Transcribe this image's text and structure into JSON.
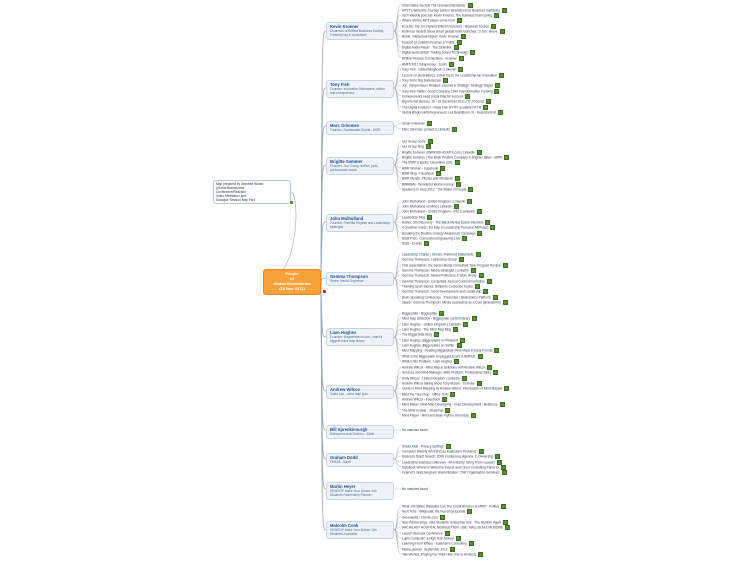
{
  "root": {
    "lines": [
      "People",
      "of",
      "Global Brainstorms",
      "(19 Nov 2011)"
    ]
  },
  "note": {
    "lines": [
      "Map prepared by Jeanette Winter",
      "(Global Brainstorms",
      "Conference/Reaction",
      "Video Meditation and",
      "Dialogue Session Map Part"
    ]
  },
  "colors": {
    "root_fill": "#f7a23a",
    "connector": "#9aa7b4",
    "person_fill": "#eef3fa",
    "person_text": "#1f4f86",
    "link_icon": "#5d8f3a",
    "attachment_icon": "#c0392b"
  },
  "people": [
    {
      "name": "Kevin Kroener",
      "role": "Chairman of BritNet Business Society, Formerly ray & consultant",
      "leaves": [
        "Short Sales Secrets The Unsolved Bestseller",
        "KPST's Welcome Journey Letters: Brainstorm for Business Gathering",
        "Tech Weekly podcast: Kevin Kroener, The business brain spring",
        "Where did the MP3 player come from",
        "Kroener: the 10x highest British Innovators - Business Source",
        "Business models about smart gadget brain launches : 3 Jan : Brave",
        "Brave: Intellectual Digest: Kevin Kroener",
        "Support at Linkedin Kroener & Profile",
        "Digital Audio Player : The Definitive",
        "Digital audio British Trading Sound Technology",
        "Britline Finance Connections - Kroener"
      ]
    },
    {
      "name": "Tony Fish",
      "role": "Founder: Innovation Microwave, author and entrepreneur",
      "leaves": [
        "AMF5 2011 Intraprenuer : Earth",
        "Tony Fish : Global Blogbook | LinkedIn",
        "Lecture on yield-Biotics, a field trip to the Leadership lab Innovation",
        "Tony Fish | Big Data Buzzer",
        "Jun. Intrepreneurs-Related: external & Strategy: Strategy Stages",
        "Tony Fish Twitter: Good Company 1999 Transformation Funding",
        "Entrepreneurs need social time for success",
        "Big Internet Bureau, 16 - 18 December 2012, ITC Process",
        "The Digital Footprint - Read Fish NYTR: quotable NYTR",
        "Global Blogbook/Entrepreneurs: Les Brainstorm, III - Brainstorm III"
      ]
    },
    {
      "name": "Marc Grimmes",
      "role": "Founder, Sustainable Global - MOB",
      "leaves": [
        "Smart Orienteer",
        "Marc Grimmes contact & LinkedIn"
      ]
    },
    {
      "name": "Brigitte Sommer",
      "role": "Founder: Gut Group, author, peak performance coach",
      "leaves": [
        "Gut Group home",
        "Gut Group blog",
        "Brigitte Sommer | BWR/ISD-ASX/FS.com | Linkedin",
        "Brigitte Sommer | The Brain Positive Company & Brighter Sides - BWR",
        "The BWR & Books: December 2011",
        "BWR Women - Facebook",
        "BWR Blog - Facebook",
        "BWR Moods, Pitches and Whatever",
        "BWR/BAI - Wonderful Women Group",
        "Speakers in June 2012 : The Brand of People"
      ]
    },
    {
      "name": "John Mulholland",
      "role": "Founder: Forthlite Rhythm and Leadership strategist",
      "leaves": [
        "John Mulholland - United Kingdom | LinkedIn",
        "John Mulholland on Mind | Linkedin",
        "John Mulholland - United Kingdom - Info & LinkedIn",
        "Leadership Blog",
        "Author: 5th Discovery - The Black Mental Scene Interview",
        "4 Question Guide: the Map to Leadership Personal Attributes",
        "Breaking the Routine: Energy Awareness Campaign",
        "BISB Post - Connection Engineering Live",
        "BISB - Events"
      ]
    },
    {
      "name": "Gemma Thompson",
      "role": "Senior Media Organiser",
      "leaves": [
        "Leadership Charter | Stories: Preferred Statements",
        "Gemma Thompson: Leadership Group",
        "This presentation: the Senior Media Consultant Tone Program Review",
        "Gemma Thompson: Media Strategist | LinkedIn",
        "Gemma Thompson: Media Profession & Work Group",
        "Gemma Thompson: Consultant Journal Content Formation",
        "Thinking Sport Stories: Brilliant's Corporate Topics",
        "Gemma Thompson: Good Development and Leadership",
        "Brain Speaking Conference : Presented | Brainstorms Platform",
        "Ideals / Gemma Thompson: Media Leadership as a Core (Brainstorm)"
      ]
    },
    {
      "name": "Liam Hughes",
      "role": "Founder: Magnetistech.com - world's biggest mind map library",
      "leaves": [
        "Biggerplate - Biggerplate",
        "Mind map collection - Biggerplate content library",
        "Liam Hughes - United Kingdom | LinkedIn",
        "Liam Hughes - The Mind Map Blog",
        "The Biggerplate Blog",
        "Liam Hughes (Biggerplate) on Pinterest",
        "Liam Hughes (Biggerplate) on Twitter",
        "Mind Mapping : Reading Biggerplate Mind Maps in Easy Format",
        "What is the Biggerplate Unplugged Event & BMPUE",
        "What is Biz Problem : Liam Hughes"
      ]
    },
    {
      "name": "Andrew Wilcox",
      "role": "Sales Lab - mind map guru",
      "leaves": [
        "Andrew Wilcox - Mind Map & Solutions with Andrew Wilcox",
        "Services and Mind Manager: skills Platform: Professional Sales",
        "Andy Wilcox - United Kingdom | LinkedIn",
        "Andrew Wilcox talking about Tony Buzan - YouTube",
        "Guide to Mind Mapping by Andrew Wilcox: Introduction of Mind Mapper",
        "Mind the Tree shop - Office 2000",
        "Andrew Wilcox - Facebook",
        "Mind Maker: Mind Map Developing - Inner Development - Buttercup",
        "The Mind Grower - Ideasmap",
        "Mind Player - Mind and Brain rhythm mind-map"
      ]
    },
    {
      "name": "Bill Sprenkinourgh",
      "role": "Entrepreneurial Director - Sarel",
      "leaves": [
        "No matches found"
      ]
    },
    {
      "name": "Graham Dodd",
      "role": "FEBSA - Sarel",
      "leaves": [
        "Sheila Kidd - Privacy Settings",
        "Computer Weekly 4th IDFIS as Brainstorm Problems",
        "Business Direct Search: 2009 Conference Agenda: C-Ownership",
        "Leadership Business Unknown - Alt-Industry: Bring Them Leaders",
        "Databook Women's Welcome Events and Cloud Consulting Panel for",
        "Fearnet's Gretchengram: Alumnification: Chef Organisation Seminars"
      ]
    },
    {
      "name": "Martin Heyer",
      "role": "KEWSOP Make Your Dream Job: Students Partnership Planner",
      "leaves": [
        "No matches found"
      ]
    },
    {
      "name": "Malcolm Cook",
      "role": "KEWSOP Make Your Dream Job: Students Journalist",
      "leaves": [
        "What 100 Billion Websites Can The Credit Amazon to ePEP - Politics",
        "Next Tube - Wikipedia, the free encyclopedia",
        "Greenwatts - Omote.com",
        "New Partnerships: Intra Students: Enterprise Use - The Number Agent",
        "ARCHILAST HOSPITAL NEWSLETTER: USE: MALCOLM & MUSEWE",
        "Launch Bureaux Conference",
        "Lupin Computer: a High Tech Money",
        "Learning From Where - Eastman's Consulting",
        "Media planner: September 2012",
        "Talk Wishes: Praying For Their Hole One to Annie/ce"
      ]
    }
  ]
}
